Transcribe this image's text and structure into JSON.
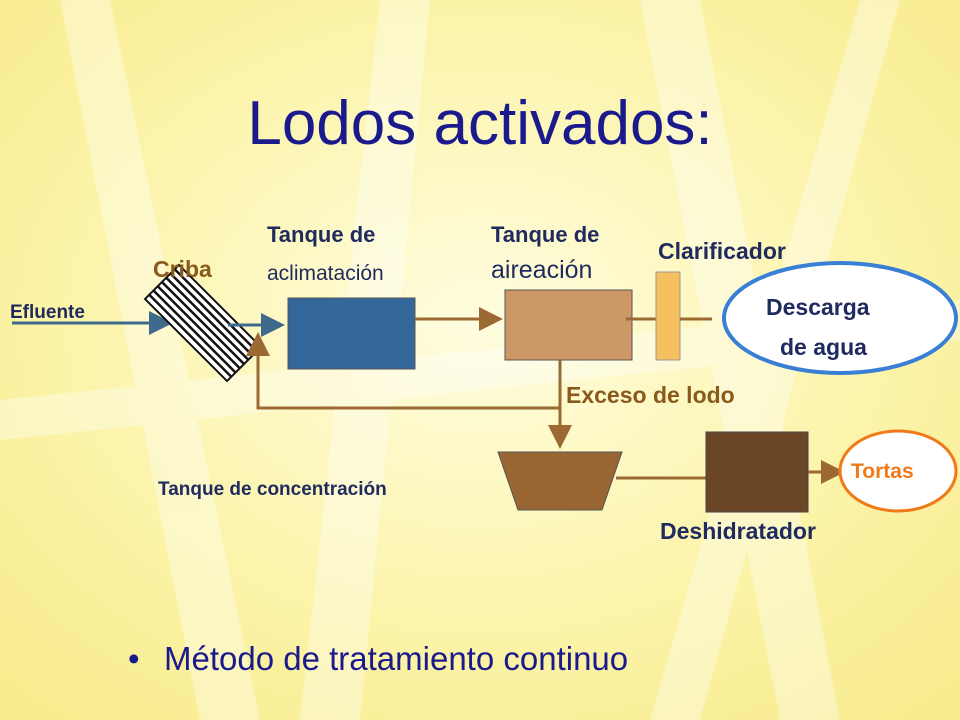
{
  "title": "Lodos activados:",
  "labels": {
    "efluente": "Efluente",
    "criba": "Criba",
    "tanque_aclimatacion_1": "Tanque de",
    "tanque_aclimatacion_2": "aclimatación",
    "tanque_aireacion_1": "Tanque de",
    "tanque_aireacion_2": "aireación",
    "clarificador": "Clarificador",
    "descarga_1": "Descarga",
    "descarga_2": "de agua",
    "exceso_lodo": "Exceso de lodo",
    "tanque_concentracion": "Tanque de concentración",
    "tortas": "Tortas",
    "deshidratador": "Deshidratador"
  },
  "bullet": {
    "symbol": "•",
    "text": "Método de tratamiento continuo"
  },
  "colors": {
    "title": "#1a1a8c",
    "aclimatacion_tank": "#336699",
    "aireacion_tank": "#cc9966",
    "clarificador": "#f5c060",
    "concentracion_tank": "#996633",
    "deshidratador": "#6b4626",
    "arrows": "#9b6a33",
    "inlet_arrow": "#3e6b8c",
    "discharge_oval": "#3a7fd6"
  }
}
